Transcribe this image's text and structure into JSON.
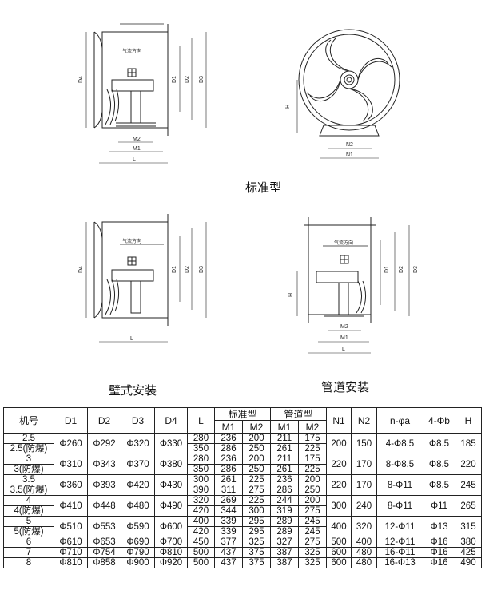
{
  "captions": {
    "standard": "标准型",
    "wall": "壁式安装",
    "duct": "管道安装"
  },
  "diagram_labels": {
    "airflow": "气流方向",
    "D1": "D1",
    "D2": "D2",
    "D3": "D3",
    "D4": "D4",
    "M1": "M1",
    "M2": "M2",
    "L": "L",
    "H": "H",
    "N1": "N1",
    "N2": "N2"
  },
  "table": {
    "headers": {
      "model": "机号",
      "D1": "D1",
      "D2": "D2",
      "D3": "D3",
      "D4": "D4",
      "L": "L",
      "standard": "标准型",
      "duct": "管道型",
      "M1": "M1",
      "M2": "M2",
      "N1": "N1",
      "N2": "N2",
      "holes": "n-φa",
      "bolt": "4-Φb",
      "H": "H"
    },
    "groups": [
      {
        "models": [
          "2.5",
          "2.5(防爆)"
        ],
        "D1": "Φ260",
        "D2": "Φ292",
        "D3": "Φ320",
        "D4": "Φ330",
        "rows": [
          [
            "280",
            "236",
            "200",
            "211",
            "175"
          ],
          [
            "350",
            "286",
            "250",
            "261",
            "225"
          ]
        ],
        "N1": "200",
        "N2": "150",
        "holes": "4-Φ8.5",
        "bolt": "Φ8.5",
        "H": "185"
      },
      {
        "models": [
          "3",
          "3(防爆)"
        ],
        "D1": "Φ310",
        "D2": "Φ343",
        "D3": "Φ370",
        "D4": "Φ380",
        "rows": [
          [
            "280",
            "236",
            "200",
            "211",
            "175"
          ],
          [
            "350",
            "286",
            "250",
            "261",
            "225"
          ]
        ],
        "N1": "220",
        "N2": "170",
        "holes": "8-Φ8.5",
        "bolt": "Φ8.5",
        "H": "220"
      },
      {
        "models": [
          "3.5",
          "3.5(防爆)"
        ],
        "D1": "Φ360",
        "D2": "Φ393",
        "D3": "Φ420",
        "D4": "Φ430",
        "rows": [
          [
            "300",
            "261",
            "225",
            "236",
            "200"
          ],
          [
            "390",
            "311",
            "275",
            "286",
            "250"
          ]
        ],
        "N1": "220",
        "N2": "170",
        "holes": "8-Φ11",
        "bolt": "Φ8.5",
        "H": "245"
      },
      {
        "models": [
          "4",
          "4(防爆)"
        ],
        "D1": "Φ410",
        "D2": "Φ448",
        "D3": "Φ480",
        "D4": "Φ490",
        "rows": [
          [
            "320",
            "269",
            "225",
            "244",
            "200"
          ],
          [
            "420",
            "344",
            "300",
            "319",
            "275"
          ]
        ],
        "N1": "300",
        "N2": "240",
        "holes": "8-Φ11",
        "bolt": "Φ11",
        "H": "265"
      },
      {
        "models": [
          "5",
          "5(防爆)"
        ],
        "D1": "Φ510",
        "D2": "Φ553",
        "D3": "Φ590",
        "D4": "Φ600",
        "rows": [
          [
            "400",
            "339",
            "295",
            "289",
            "245"
          ],
          [
            "420",
            "339",
            "295",
            "289",
            "245"
          ]
        ],
        "N1": "400",
        "N2": "320",
        "holes": "12-Φ11",
        "bolt": "Φ13",
        "H": "315"
      }
    ],
    "single_rows": [
      [
        "6",
        "Φ610",
        "Φ653",
        "Φ690",
        "Φ700",
        "450",
        "377",
        "325",
        "327",
        "275",
        "500",
        "400",
        "12-Φ11",
        "Φ16",
        "380"
      ],
      [
        "7",
        "Φ710",
        "Φ754",
        "Φ790",
        "Φ810",
        "500",
        "437",
        "375",
        "387",
        "325",
        "600",
        "480",
        "16-Φ11",
        "Φ16",
        "425"
      ],
      [
        "8",
        "Φ810",
        "Φ858",
        "Φ900",
        "Φ920",
        "500",
        "437",
        "375",
        "387",
        "325",
        "600",
        "480",
        "16-Φ13",
        "Φ16",
        "490"
      ]
    ]
  }
}
